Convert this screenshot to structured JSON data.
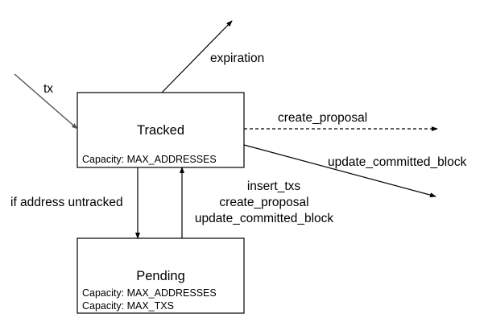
{
  "nodes": {
    "tracked": {
      "title": "Tracked",
      "capacity": "Capacity: MAX_ADDRESSES"
    },
    "pending": {
      "title": "Pending",
      "capacity_addresses": "Capacity: MAX_ADDRESSES",
      "capacity_txs": "Capacity: MAX_TXS"
    }
  },
  "edges": {
    "tx": "tx",
    "expiration": "expiration",
    "create_proposal": "create_proposal",
    "update_committed_block": "update_committed_block",
    "if_address_untracked": "if address untracked",
    "return_labels": [
      "insert_txs",
      "create_proposal",
      "update_committed_block"
    ]
  },
  "colors": {
    "stroke": "#000000",
    "arrow_tx": "#555555",
    "background": "#ffffff"
  }
}
